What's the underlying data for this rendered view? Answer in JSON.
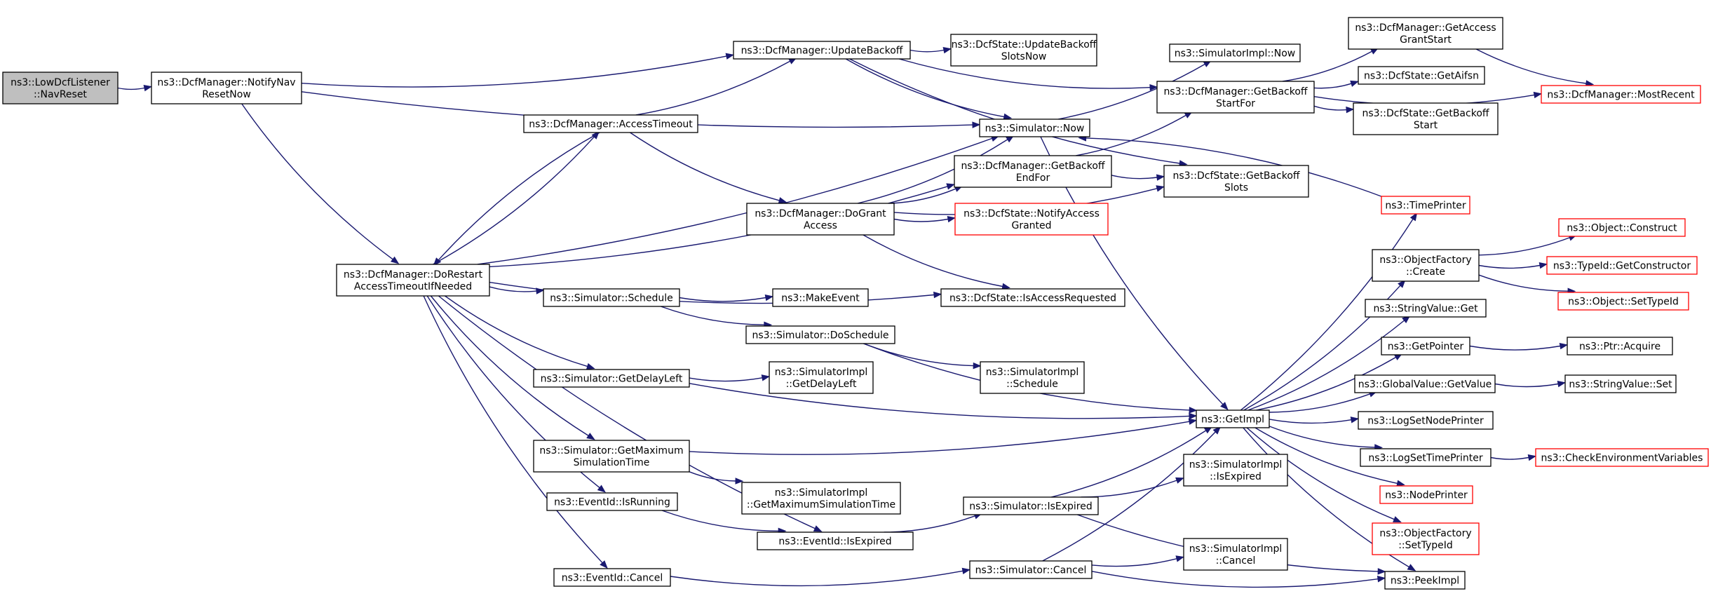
{
  "nodes": {
    "lowdcf_navreset": {
      "lines": [
        "ns3::LowDcfListener",
        "::NavReset"
      ],
      "root": true
    },
    "notify_nav_reset_now": {
      "lines": [
        "ns3::DcfManager::NotifyNav",
        "ResetNow"
      ]
    },
    "update_backoff": {
      "lines": [
        "ns3::DcfManager::UpdateBackoff"
      ]
    },
    "access_timeout": {
      "lines": [
        "ns3::DcfManager::AccessTimeout"
      ]
    },
    "do_restart": {
      "lines": [
        "ns3::DcfManager::DoRestart",
        "AccessTimeoutIfNeeded"
      ]
    },
    "dcfstate_update_backoff_slots_now": {
      "lines": [
        "ns3::DcfState::UpdateBackoff",
        "SlotsNow"
      ]
    },
    "simulator_now": {
      "lines": [
        "ns3::Simulator::Now"
      ]
    },
    "get_backoff_end_for": {
      "lines": [
        "ns3::DcfManager::GetBackoff",
        "EndFor"
      ]
    },
    "do_grant_access": {
      "lines": [
        "ns3::DcfManager::DoGrant",
        "Access"
      ]
    },
    "notify_access_granted": {
      "lines": [
        "ns3::DcfState::NotifyAccess",
        "Granted"
      ],
      "truncated": true
    },
    "simulatorimpl_now": {
      "lines": [
        "ns3::SimulatorImpl::Now"
      ]
    },
    "get_backoff_start_for": {
      "lines": [
        "ns3::DcfManager::GetBackoff",
        "StartFor"
      ]
    },
    "dcfstate_get_backoff_slots": {
      "lines": [
        "ns3::DcfState::GetBackoff",
        "Slots"
      ]
    },
    "get_access_grant_start": {
      "lines": [
        "ns3::DcfManager::GetAccess",
        "GrantStart"
      ]
    },
    "dcfstate_get_aifsn": {
      "lines": [
        "ns3::DcfState::GetAifsn"
      ]
    },
    "dcfstate_get_backoff_start": {
      "lines": [
        "ns3::DcfState::GetBackoff",
        "Start"
      ]
    },
    "most_recent": {
      "lines": [
        "ns3::DcfManager::MostRecent"
      ],
      "truncated": true
    },
    "is_access_requested": {
      "lines": [
        "ns3::DcfState::IsAccessRequested"
      ]
    },
    "simulator_schedule": {
      "lines": [
        "ns3::Simulator::Schedule"
      ]
    },
    "make_event": {
      "lines": [
        "ns3::MakeEvent"
      ]
    },
    "simulator_do_schedule": {
      "lines": [
        "ns3::Simulator::DoSchedule"
      ]
    },
    "simulatorimpl_schedule": {
      "lines": [
        "ns3::SimulatorImpl",
        "::Schedule"
      ]
    },
    "simulator_get_delay_left": {
      "lines": [
        "ns3::Simulator::GetDelayLeft"
      ]
    },
    "simulatorimpl_get_delay_left": {
      "lines": [
        "ns3::SimulatorImpl",
        "::GetDelayLeft"
      ]
    },
    "simulator_get_max_sim_time": {
      "lines": [
        "ns3::Simulator::GetMaximum",
        "SimulationTime"
      ]
    },
    "simulatorimpl_get_max_sim_time": {
      "lines": [
        "ns3::SimulatorImpl",
        "::GetMaximumSimulationTime"
      ]
    },
    "eventid_is_running": {
      "lines": [
        "ns3::EventId::IsRunning"
      ]
    },
    "eventid_is_expired": {
      "lines": [
        "ns3::EventId::IsExpired"
      ]
    },
    "eventid_cancel": {
      "lines": [
        "ns3::EventId::Cancel"
      ]
    },
    "simulator_is_expired": {
      "lines": [
        "ns3::Simulator::IsExpired"
      ]
    },
    "simulatorimpl_is_expired": {
      "lines": [
        "ns3::SimulatorImpl",
        "::IsExpired"
      ]
    },
    "simulator_cancel": {
      "lines": [
        "ns3::Simulator::Cancel"
      ]
    },
    "simulatorimpl_cancel": {
      "lines": [
        "ns3::SimulatorImpl",
        "::Cancel"
      ]
    },
    "get_impl": {
      "lines": [
        "ns3::GetImpl"
      ]
    },
    "peek_impl": {
      "lines": [
        "ns3::PeekImpl"
      ]
    },
    "time_printer": {
      "lines": [
        "ns3::TimePrinter"
      ],
      "truncated": true
    },
    "object_factory_create": {
      "lines": [
        "ns3::ObjectFactory",
        "::Create"
      ]
    },
    "object_construct": {
      "lines": [
        "ns3::Object::Construct"
      ],
      "truncated": true
    },
    "typeid_get_constructor": {
      "lines": [
        "ns3::TypeId::GetConstructor"
      ],
      "truncated": true
    },
    "object_set_typeid": {
      "lines": [
        "ns3::Object::SetTypeId"
      ],
      "truncated": true
    },
    "stringvalue_get": {
      "lines": [
        "ns3::StringValue::Get"
      ]
    },
    "get_pointer": {
      "lines": [
        "ns3::GetPointer"
      ]
    },
    "ptr_acquire": {
      "lines": [
        "ns3::Ptr::Acquire"
      ]
    },
    "globalvalue_get_value": {
      "lines": [
        "ns3::GlobalValue::GetValue"
      ]
    },
    "stringvalue_set": {
      "lines": [
        "ns3::StringValue::Set"
      ]
    },
    "log_set_node_printer": {
      "lines": [
        "ns3::LogSetNodePrinter"
      ]
    },
    "log_set_time_printer": {
      "lines": [
        "ns3::LogSetTimePrinter"
      ]
    },
    "check_env_vars": {
      "lines": [
        "ns3::CheckEnvironmentVariables"
      ],
      "truncated": true
    },
    "node_printer": {
      "lines": [
        "ns3::NodePrinter"
      ],
      "truncated": true
    },
    "object_factory_set_typeid": {
      "lines": [
        "ns3::ObjectFactory",
        "::SetTypeId"
      ],
      "truncated": true
    }
  },
  "edges": [
    [
      "lowdcf_navreset",
      "notify_nav_reset_now"
    ],
    [
      "notify_nav_reset_now",
      "update_backoff"
    ],
    [
      "notify_nav_reset_now",
      "simulator_now"
    ],
    [
      "notify_nav_reset_now",
      "do_restart"
    ],
    [
      "update_backoff",
      "dcfstate_update_backoff_slots_now"
    ],
    [
      "update_backoff",
      "simulator_now"
    ],
    [
      "update_backoff",
      "get_backoff_start_for"
    ],
    [
      "update_backoff",
      "dcfstate_get_backoff_slots"
    ],
    [
      "access_timeout",
      "update_backoff"
    ],
    [
      "access_timeout",
      "do_grant_access"
    ],
    [
      "access_timeout",
      "do_restart"
    ],
    [
      "do_restart",
      "access_timeout"
    ],
    [
      "do_restart",
      "simulator_now"
    ],
    [
      "do_restart",
      "get_backoff_end_for"
    ],
    [
      "do_restart",
      "is_access_requested"
    ],
    [
      "do_restart",
      "simulator_schedule"
    ],
    [
      "do_restart",
      "simulator_get_delay_left"
    ],
    [
      "do_restart",
      "simulator_get_max_sim_time"
    ],
    [
      "do_restart",
      "eventid_is_running"
    ],
    [
      "do_restart",
      "eventid_is_expired"
    ],
    [
      "do_restart",
      "eventid_cancel"
    ],
    [
      "do_grant_access",
      "simulator_now"
    ],
    [
      "do_grant_access",
      "get_backoff_end_for"
    ],
    [
      "do_grant_access",
      "notify_access_granted"
    ],
    [
      "do_grant_access",
      "is_access_requested"
    ],
    [
      "do_grant_access",
      "dcfstate_get_backoff_slots"
    ],
    [
      "get_backoff_end_for",
      "get_backoff_start_for"
    ],
    [
      "get_backoff_end_for",
      "dcfstate_get_backoff_slots"
    ],
    [
      "simulator_now",
      "simulatorimpl_now"
    ],
    [
      "simulator_now",
      "get_impl"
    ],
    [
      "get_backoff_start_for",
      "get_access_grant_start"
    ],
    [
      "get_backoff_start_for",
      "dcfstate_get_aifsn"
    ],
    [
      "get_backoff_start_for",
      "dcfstate_get_backoff_start"
    ],
    [
      "get_backoff_start_for",
      "most_recent"
    ],
    [
      "get_access_grant_start",
      "most_recent"
    ],
    [
      "simulator_schedule",
      "make_event"
    ],
    [
      "simulator_schedule",
      "simulator_do_schedule"
    ],
    [
      "simulator_do_schedule",
      "simulatorimpl_schedule"
    ],
    [
      "simulator_do_schedule",
      "get_impl"
    ],
    [
      "simulator_get_delay_left",
      "simulatorimpl_get_delay_left"
    ],
    [
      "simulator_get_delay_left",
      "get_impl"
    ],
    [
      "simulator_get_max_sim_time",
      "get_impl"
    ],
    [
      "simulator_get_max_sim_time",
      "simulatorimpl_get_max_sim_time"
    ],
    [
      "eventid_is_running",
      "eventid_is_expired"
    ],
    [
      "eventid_is_expired",
      "simulator_is_expired"
    ],
    [
      "eventid_cancel",
      "simulator_cancel"
    ],
    [
      "simulator_is_expired",
      "get_impl"
    ],
    [
      "simulator_is_expired",
      "simulatorimpl_is_expired"
    ],
    [
      "simulator_is_expired",
      "peek_impl"
    ],
    [
      "simulator_cancel",
      "get_impl"
    ],
    [
      "simulator_cancel",
      "simulatorimpl_cancel"
    ],
    [
      "simulator_cancel",
      "peek_impl"
    ],
    [
      "get_impl",
      "time_printer"
    ],
    [
      "get_impl",
      "object_factory_create"
    ],
    [
      "get_impl",
      "stringvalue_get"
    ],
    [
      "get_impl",
      "get_pointer"
    ],
    [
      "get_impl",
      "globalvalue_get_value"
    ],
    [
      "get_impl",
      "log_set_node_printer"
    ],
    [
      "get_impl",
      "log_set_time_printer"
    ],
    [
      "get_impl",
      "node_printer"
    ],
    [
      "get_impl",
      "object_factory_set_typeid"
    ],
    [
      "get_impl",
      "peek_impl"
    ],
    [
      "time_printer",
      "simulator_now"
    ],
    [
      "object_factory_create",
      "object_construct"
    ],
    [
      "object_factory_create",
      "typeid_get_constructor"
    ],
    [
      "object_factory_create",
      "object_set_typeid"
    ],
    [
      "get_pointer",
      "ptr_acquire"
    ],
    [
      "globalvalue_get_value",
      "stringvalue_set"
    ],
    [
      "log_set_time_printer",
      "check_env_vars"
    ]
  ]
}
